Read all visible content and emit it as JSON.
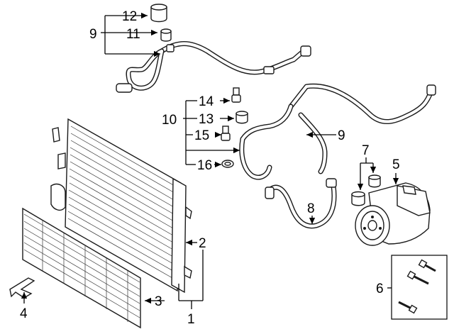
{
  "callouts": {
    "c1": "1",
    "c2": "2",
    "c3": "3",
    "c4": "4",
    "c5": "5",
    "c6": "6",
    "c7": "7",
    "c8": "8",
    "c9a": "9",
    "c9b": "9",
    "c10": "10",
    "c11": "11",
    "c12": "12",
    "c13": "13",
    "c14": "14",
    "c15": "15",
    "c16": "16"
  },
  "colors": {
    "line": "#000000",
    "background": "#ffffff"
  }
}
